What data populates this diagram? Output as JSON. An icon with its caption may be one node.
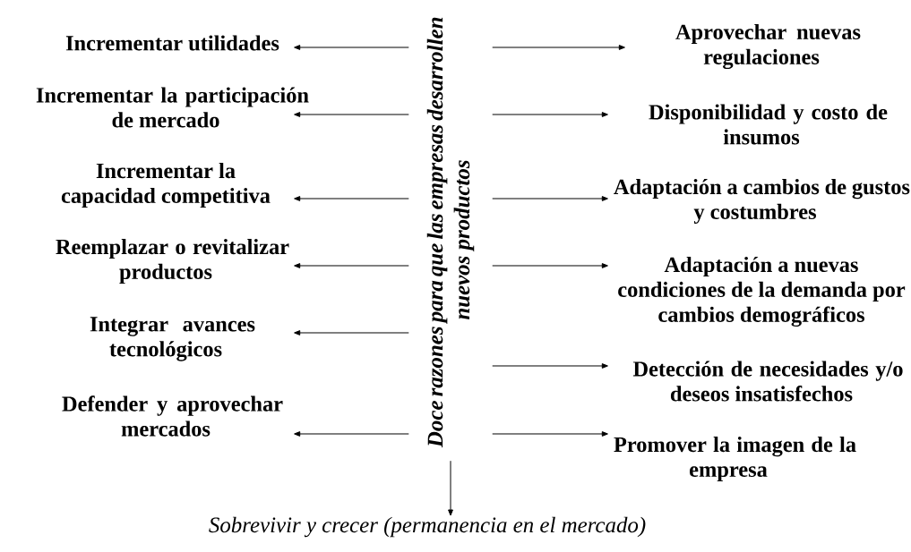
{
  "diagram": {
    "nodes": [
      {
        "text": [
          "Doce razones para que las empresas  desarrollen nuevos productos"
        ]
      },
      {
        "text": [
          "Incrementar utilidades"
        ]
      },
      {
        "text": [
          "Incrementar la participación de mercado"
        ]
      },
      {
        "text": [
          "Incrementar la capacidad competitiva"
        ]
      },
      {
        "text": [
          "Reemplazar o revitalizar productos"
        ]
      },
      {
        "text": [
          "Integrar  avances tecnológicos"
        ]
      },
      {
        "text": [
          "Defender y aprovechar mercados"
        ]
      },
      {
        "text": [
          "Aprovechar nuevas regulaciones"
        ]
      },
      {
        "text": [
          "Disponibilidad y costo de insumos"
        ]
      },
      {
        "text": [
          "Adaptación a cambios de gustos y costumbres"
        ]
      },
      {
        "text": [
          "Adaptación a nuevas condiciones de la demanda por cambios demográficos"
        ]
      },
      {
        "text": [
          "Detección de necesidades y/o deseos insatisfechos"
        ]
      },
      {
        "text": [
          "Promover la imagen de la empresa"
        ]
      },
      {
        "text": [
          "Sobrevivir y crecer (permanencia en el mercado)"
        ]
      }
    ],
    "edges": [
      {
        "from": 0,
        "to": 1,
        "arrow": "to"
      },
      {
        "from": 0,
        "to": 2,
        "arrow": "to"
      },
      {
        "from": 0,
        "to": 3,
        "arrow": "to"
      },
      {
        "from": 0,
        "to": 4,
        "arrow": "to"
      },
      {
        "from": 0,
        "to": 5,
        "arrow": "to"
      },
      {
        "from": 0,
        "to": 6,
        "arrow": "to"
      },
      {
        "from": 0,
        "to": 7,
        "arrow": "to"
      },
      {
        "from": 0,
        "to": 8,
        "arrow": "to"
      },
      {
        "from": 0,
        "to": 9,
        "arrow": "to"
      },
      {
        "from": 0,
        "to": 10,
        "arrow": "to"
      },
      {
        "from": 0,
        "to": 11,
        "arrow": "to"
      },
      {
        "from": 0,
        "to": 12,
        "arrow": "to"
      },
      {
        "from": 0,
        "to": 13,
        "arrow": "to"
      }
    ]
  }
}
